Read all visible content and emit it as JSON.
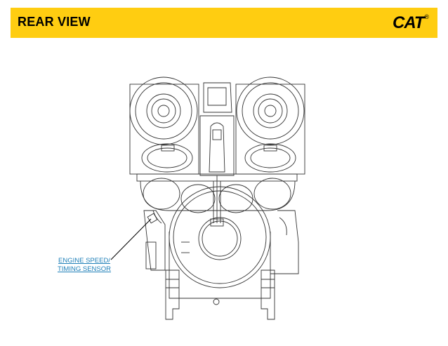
{
  "header": {
    "title": "REAR VIEW",
    "background_color": "#FFCD11",
    "logo_text": "CAT",
    "logo_mark": "®"
  },
  "diagram": {
    "callouts": [
      {
        "line1": "ENGINE SPEED/",
        "line2": "TIMING SENSOR",
        "color": "#1E7FB8"
      }
    ]
  }
}
